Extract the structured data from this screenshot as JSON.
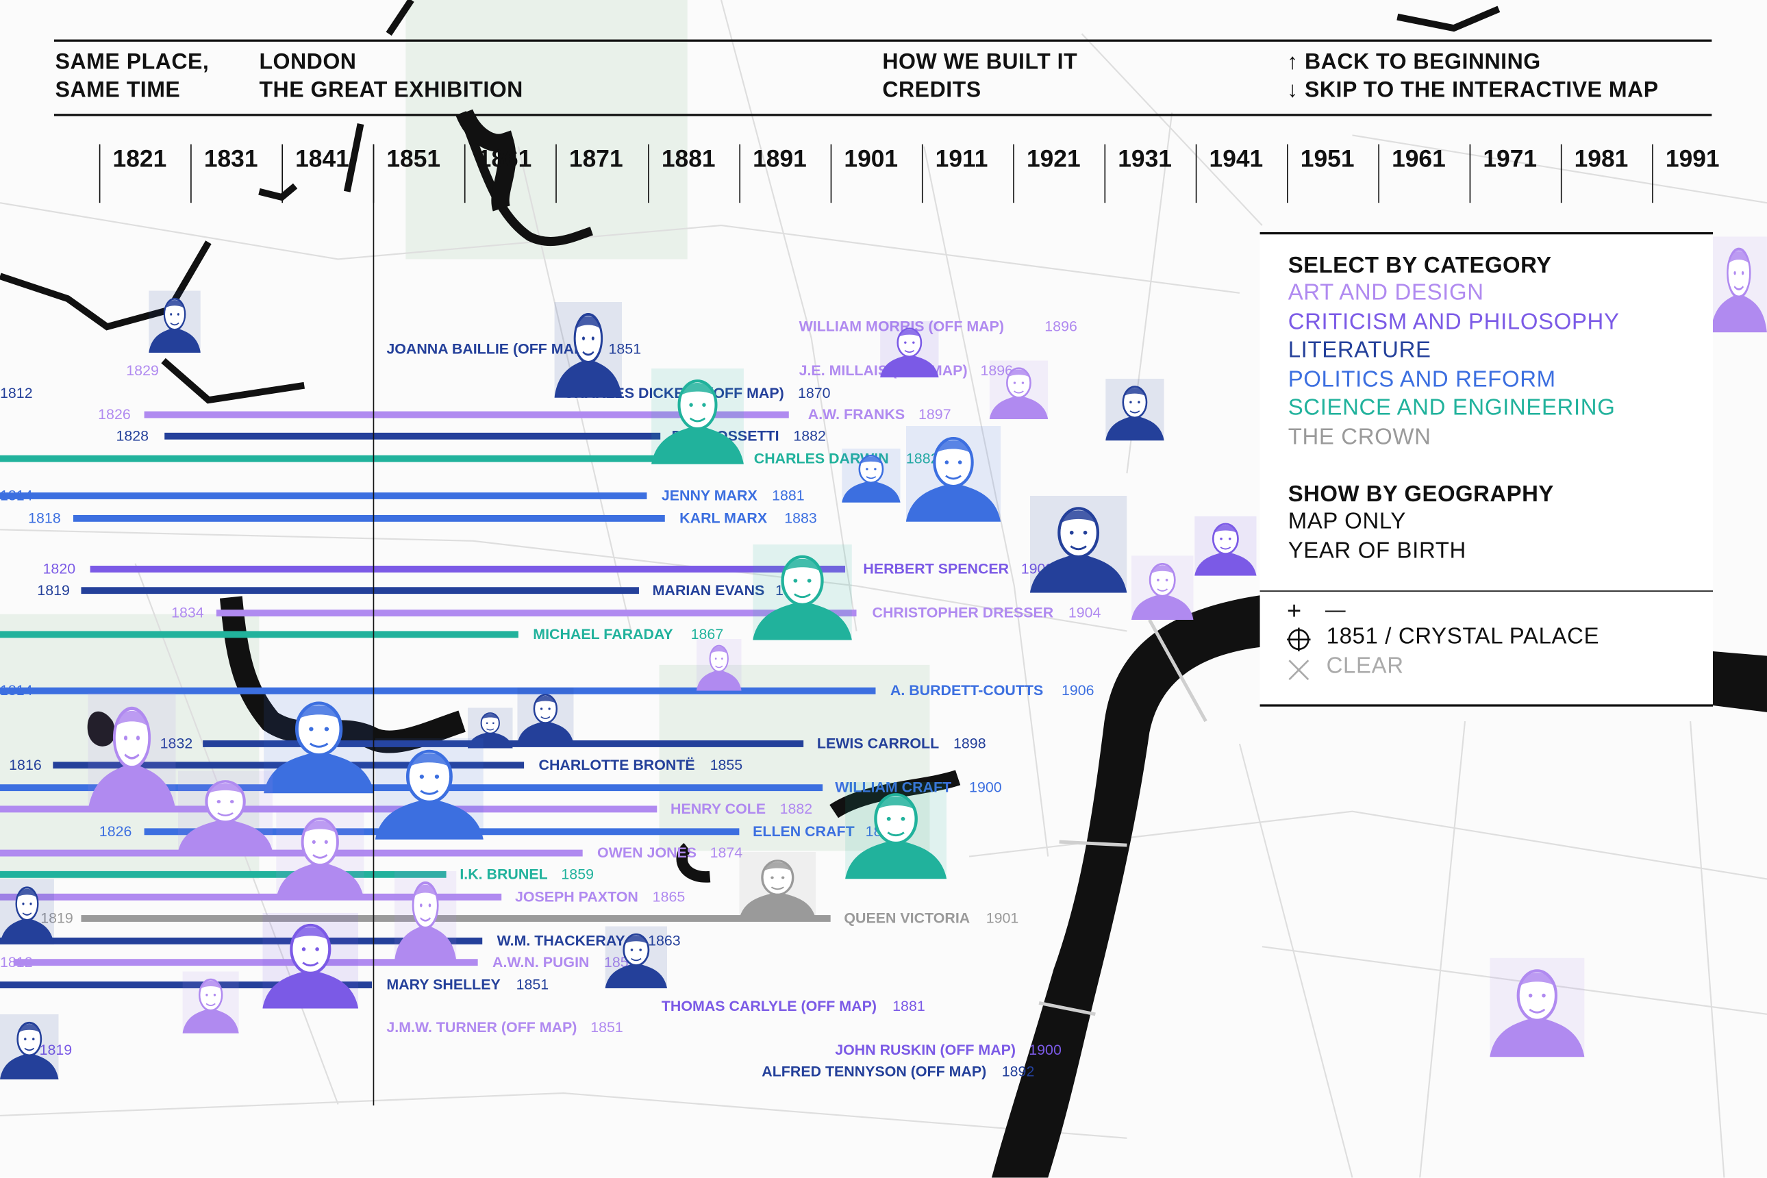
{
  "nav": {
    "col1": [
      "SAME PLACE,",
      "SAME TIME"
    ],
    "col2": [
      "LONDON",
      "THE GREAT EXHIBITION"
    ],
    "col3": [
      "HOW WE BUILT IT",
      "CREDITS"
    ],
    "col4": [
      "↑ BACK TO BEGINNING",
      "↓ SKIP TO THE INTERACTIVE MAP"
    ]
  },
  "timeline_years": [
    "1821",
    "1831",
    "1841",
    "1851",
    "1861",
    "1871",
    "1881",
    "1891",
    "1901",
    "1911",
    "1921",
    "1931",
    "1941",
    "1951",
    "1961",
    "1971",
    "1981",
    "1991"
  ],
  "panel": {
    "category_heading": "SELECT BY CATEGORY",
    "categories": [
      {
        "label": "ART AND DESIGN",
        "color": "#b08af0"
      },
      {
        "label": "CRITICISM AND PHILOSOPHY",
        "color": "#7b5ae6"
      },
      {
        "label": "LITERATURE",
        "color": "#24409a"
      },
      {
        "label": "POLITICS AND REFORM",
        "color": "#3c6fe0"
      },
      {
        "label": "SCIENCE AND ENGINEERING",
        "color": "#21b29c"
      },
      {
        "label": "THE CROWN",
        "color": "#9a9a9a"
      }
    ],
    "geography_heading": "SHOW BY GEOGRAPHY",
    "geography": [
      "MAP ONLY",
      "YEAR OF BIRTH"
    ],
    "zoom": [
      "+",
      "—"
    ],
    "focus_icon": "crosshair-circle-icon",
    "focus_label": "1851 / CRYSTAL PALACE",
    "clear_icon": "x-icon",
    "clear_label": "CLEAR"
  },
  "people": [
    {
      "name": "WILLIAM MORRIS (OFF MAP)",
      "birth": "",
      "death": "1896",
      "cat": "art",
      "dotted": true
    },
    {
      "name": "JOANNA BAILLIE (OFF MAP)",
      "birth": "",
      "death": "1851",
      "cat": "lit",
      "dotted": true
    },
    {
      "name": "J.E. MILLAIS (OFF MAP)",
      "birth": "1829",
      "death": "1896",
      "cat": "art",
      "dotted": true
    },
    {
      "name": "CHARLES DICKENS (OFF MAP)",
      "birth": "1812",
      "death": "1870",
      "cat": "lit",
      "dotted": true
    },
    {
      "name": "A.W. FRANKS",
      "birth": "1826",
      "death": "1897",
      "cat": "art",
      "dotted": false
    },
    {
      "name": "D.G. ROSSETTI",
      "birth": "1828",
      "death": "1882",
      "cat": "lit",
      "dotted": false
    },
    {
      "name": "CHARLES DARWIN",
      "birth": "",
      "death": "1882",
      "cat": "sci",
      "dotted": false
    },
    {
      "name": "JENNY MARX",
      "birth": "1814",
      "death": "1881",
      "cat": "pol",
      "dotted": false
    },
    {
      "name": "KARL MARX",
      "birth": "1818",
      "death": "1883",
      "cat": "pol",
      "dotted": false
    },
    {
      "name": "HERBERT SPENCER",
      "birth": "1820",
      "death": "1903",
      "cat": "crit",
      "dotted": false
    },
    {
      "name": "MARIAN EVANS",
      "birth": "1819",
      "death": "1880",
      "cat": "lit",
      "dotted": false
    },
    {
      "name": "CHRISTOPHER DRESSER",
      "birth": "1834",
      "death": "1904",
      "cat": "art",
      "dotted": false
    },
    {
      "name": "MICHAEL FARADAY",
      "birth": "",
      "death": "1867",
      "cat": "sci",
      "dotted": false
    },
    {
      "name": "A. BURDETT-COUTTS",
      "birth": "1814",
      "death": "1906",
      "cat": "pol",
      "dotted": false
    },
    {
      "name": "LEWIS CARROLL",
      "birth": "1832",
      "death": "1898",
      "cat": "lit",
      "dotted": false
    },
    {
      "name": "CHARLOTTE BRONTË",
      "birth": "1816",
      "death": "1855",
      "cat": "lit",
      "dotted": false
    },
    {
      "name": "WILLIAM CRAFT",
      "birth": "",
      "death": "1900",
      "cat": "pol",
      "dotted": false
    },
    {
      "name": "HENRY COLE",
      "birth": "",
      "death": "1882",
      "cat": "art",
      "dotted": false
    },
    {
      "name": "ELLEN CRAFT",
      "birth": "1826",
      "death": "1891",
      "cat": "pol",
      "dotted": false
    },
    {
      "name": "OWEN JONES",
      "birth": "",
      "death": "1874",
      "cat": "art",
      "dotted": false
    },
    {
      "name": "I.K. BRUNEL",
      "birth": "",
      "death": "1859",
      "cat": "sci",
      "dotted": false
    },
    {
      "name": "JOSEPH PAXTON",
      "birth": "",
      "death": "1865",
      "cat": "art",
      "dotted": false
    },
    {
      "name": "QUEEN VICTORIA",
      "birth": "1819",
      "death": "1901",
      "cat": "crown",
      "dotted": false
    },
    {
      "name": "W.M. THACKERAY",
      "birth": "",
      "death": "1863",
      "cat": "lit",
      "dotted": false
    },
    {
      "name": "A.W.N. PUGIN",
      "birth": "1812",
      "death": "1852",
      "cat": "art",
      "dotted": false
    },
    {
      "name": "MARY SHELLEY",
      "birth": "",
      "death": "1851",
      "cat": "lit",
      "dotted": false
    },
    {
      "name": "THOMAS CARLYLE (OFF MAP)",
      "birth": "",
      "death": "1881",
      "cat": "crit",
      "dotted": true
    },
    {
      "name": "J.M.W. TURNER (OFF MAP)",
      "birth": "",
      "death": "1851",
      "cat": "art",
      "dotted": true
    },
    {
      "name": "JOHN RUSKIN (OFF MAP)",
      "birth": "1819",
      "death": "1900",
      "cat": "crit",
      "dotted": true
    },
    {
      "name": "ALFRED TENNYSON (OFF MAP)",
      "birth": "",
      "death": "1892",
      "cat": "lit",
      "dotted": true
    }
  ]
}
